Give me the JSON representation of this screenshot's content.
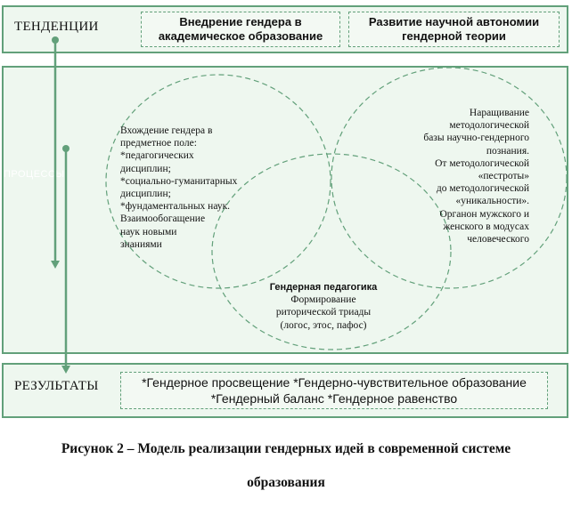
{
  "tendencies": {
    "label": "ТЕНДЕНЦИИ",
    "box1": [
      "Внедрение гендера в",
      "академическое образование"
    ],
    "box2": [
      "Развитие научной автономии",
      "гендерной теории"
    ]
  },
  "middle": {
    "ghost_label": "ПРОЦЕССЫ",
    "left_circle": [
      "Вхождение гендера в",
      "предметное поле:",
      "*педагогических",
      "дисциплин;",
      "*социально-гуманитарных",
      "дисциплин;",
      "*фундаментальных наук.",
      "Взаимообогащение",
      "наук новыми",
      "знаниями"
    ],
    "right_circle": [
      "Наращивание",
      "методологической",
      "базы научно-гендерного",
      "познания.",
      "От методологической",
      "«пестроты»",
      "до методологической",
      "«уникальности».",
      "Органон мужского и",
      "женского в модусах",
      "человеческого"
    ],
    "bottom_circle_title": "Гендерная педагогика",
    "bottom_circle": [
      "Формирование",
      "риторической триады",
      "(логос, этос, пафос)"
    ]
  },
  "results": {
    "label": "РЕЗУЛЬТАТЫ",
    "line1": "*Гендерное просвещение *Гендерно-чувствительное образование",
    "line2": "*Гендерный баланс *Гендерное равенство"
  },
  "caption": {
    "line1": "Рисунок 2 – Модель реализации гендерных идей в современной системе",
    "line2": "образования"
  },
  "colors": {
    "accent": "#62a07a",
    "fill": "#eef7ef"
  }
}
